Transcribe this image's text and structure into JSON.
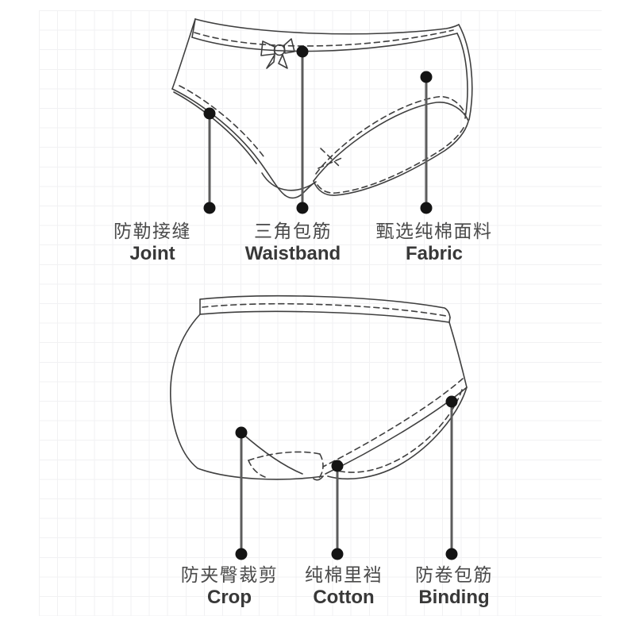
{
  "figures": [
    {
      "name": "front-side-view",
      "callouts": [
        {
          "zh": "防勒接缝",
          "en": "Joint"
        },
        {
          "zh": "三角包筋",
          "en": "Waistband"
        },
        {
          "zh": "甄选纯棉面料",
          "en": "Fabric"
        }
      ]
    },
    {
      "name": "back-view",
      "callouts": [
        {
          "zh": "防夹臀裁剪",
          "en": "Crop"
        },
        {
          "zh": "纯棉里裆",
          "en": "Cotton"
        },
        {
          "zh": "防卷包筋",
          "en": "Binding"
        }
      ]
    }
  ],
  "colors": {
    "line": "#3f3f3f",
    "leader": "#5c5c5c",
    "dot": "#141414",
    "text_zh": "#4a4a4a",
    "text_en": "#383838",
    "grid": "#f1f1f3"
  }
}
